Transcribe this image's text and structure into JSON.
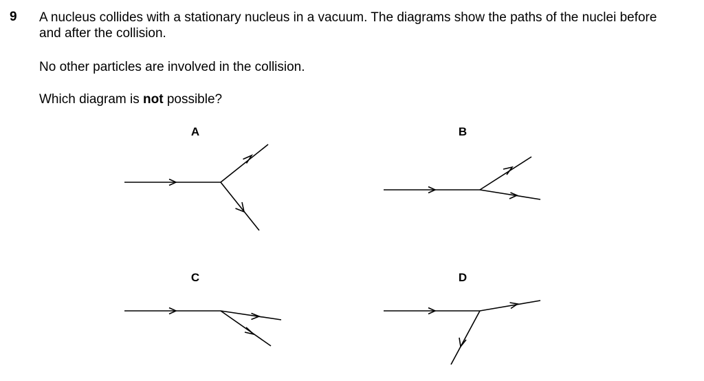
{
  "question": {
    "number": "9",
    "stem": "A nucleus collides with a stationary nucleus in a vacuum. The diagrams show the paths of the nuclei before and after the collision.",
    "note": "No other particles are involved in the collision.",
    "prompt_before": "Which diagram is ",
    "prompt_bold": "not",
    "prompt_after": " possible?"
  },
  "diagrams": [
    {
      "label": "A"
    },
    {
      "label": "B"
    },
    {
      "label": "C"
    },
    {
      "label": "D"
    }
  ]
}
